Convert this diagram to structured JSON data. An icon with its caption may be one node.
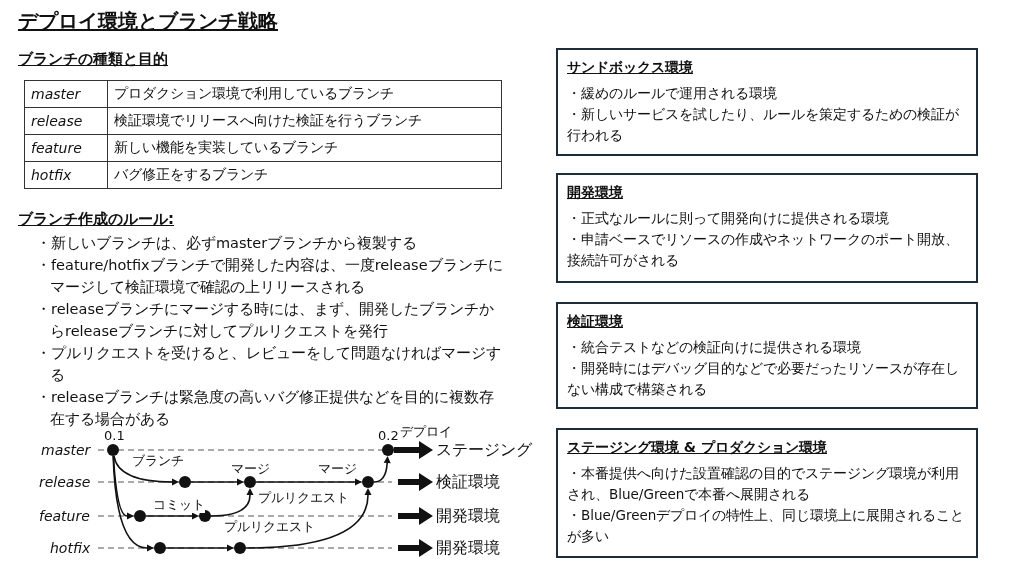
{
  "diagram": {
    "title": "デプロイ環境とブランチ戦略",
    "nodes": [
      {
        "text": [],
        "shape": "circle",
        "beside": [
          "0.1"
        ]
      },
      {
        "text": [],
        "shape": "circle",
        "beside": [
          "0.2"
        ]
      },
      {
        "text": [],
        "shape": "circle"
      },
      {
        "text": [],
        "shape": "circle",
        "beside": [
          "マージ"
        ]
      },
      {
        "text": [],
        "shape": "circle",
        "beside": [
          "マージ"
        ]
      },
      {
        "text": [],
        "shape": "circle"
      },
      {
        "text": [],
        "shape": "circle"
      },
      {
        "text": [],
        "shape": "circle"
      },
      {
        "text": [],
        "shape": "circle"
      },
      {
        "text": [
          "ステージング"
        ]
      },
      {
        "text": [
          "検証環境"
        ]
      },
      {
        "text": [
          "開発環境"
        ]
      },
      {
        "text": [
          "開発環境"
        ]
      },
      {
        "text": [
          "サンドボックス環境",
          "・緩めのルールで運用される環境",
          "・新しいサービスを試したり、ルールを策定するための検証が行われる"
        ]
      },
      {
        "text": [
          "開発環境",
          "・正式なルールに則って開発向けに提供される環境",
          "・申請ベースでリソースの作成やネットワークのポート開放、接続許可がされる"
        ]
      },
      {
        "text": [
          "検証環境",
          "・統合テストなどの検証向けに提供される環境",
          "・開発時にはデバッグ目的などで必要だったリソースが存在しない構成で構築される"
        ]
      },
      {
        "text": [
          "ステージング環境 & プロダクション環境",
          "・本番提供へ向けた設置確認の目的でステージング環境が利用され、Blue/Greenで本番へ展開される",
          "・Blue/Greenデプロイの特性上、同じ環境上に展開されることが多い"
        ]
      }
    ],
    "edges": [
      {
        "from": 0,
        "to": 2,
        "arrow": "to",
        "label": "ブランチ"
      },
      {
        "from": 0,
        "to": 5,
        "arrow": "to"
      },
      {
        "from": 0,
        "to": 7,
        "arrow": "to"
      },
      {
        "from": 2,
        "to": 3,
        "arrow": "to"
      },
      {
        "from": 5,
        "to": 6,
        "arrow": "to",
        "label": "コミット"
      },
      {
        "from": 6,
        "to": 3,
        "arrow": "to",
        "label": "プルリクエスト"
      },
      {
        "from": 7,
        "to": 8,
        "arrow": "to"
      },
      {
        "from": 8,
        "to": 4,
        "arrow": "to",
        "label": "プルリクエスト"
      },
      {
        "from": 3,
        "to": 4,
        "arrow": "to"
      },
      {
        "from": 4,
        "to": 1,
        "arrow": "to"
      },
      {
        "from": 1,
        "to": 9,
        "arrow": "to",
        "style": "thick",
        "label": "デプロイ"
      },
      {
        "from": null,
        "to": 10,
        "arrow": "to",
        "style": "thick"
      },
      {
        "from": null,
        "to": 11,
        "arrow": "to",
        "style": "thick"
      },
      {
        "from": null,
        "to": 12,
        "arrow": "to",
        "style": "thick"
      }
    ],
    "labels": [
      "ブランチの種類と目的",
      "master",
      "プロダクション環境で利用しているブランチ",
      "release",
      "検証環境でリリースへ向けた検証を行うブランチ",
      "feature",
      "新しい機能を実装しているブランチ",
      "hotfix",
      "バグ修正をするブランチ",
      "ブランチ作成のルール:",
      "・新しいブランチは、必ずmasterブランチから複製する",
      "・feature/hotfixブランチで開発した内容は、一度releaseブランチにマージして検証環境で確認の上リリースされる",
      "・releaseブランチにマージする時には、まず、開発したブランチからreleaseブランチに対してプルリクエストを発行",
      "・プルリクエストを受けると、レビューをして問題なければマージする",
      "・releaseブランチは緊急度の高いバグ修正提供などを目的に複数存在する場合がある",
      "master",
      "release",
      "feature",
      "hotfix"
    ]
  }
}
